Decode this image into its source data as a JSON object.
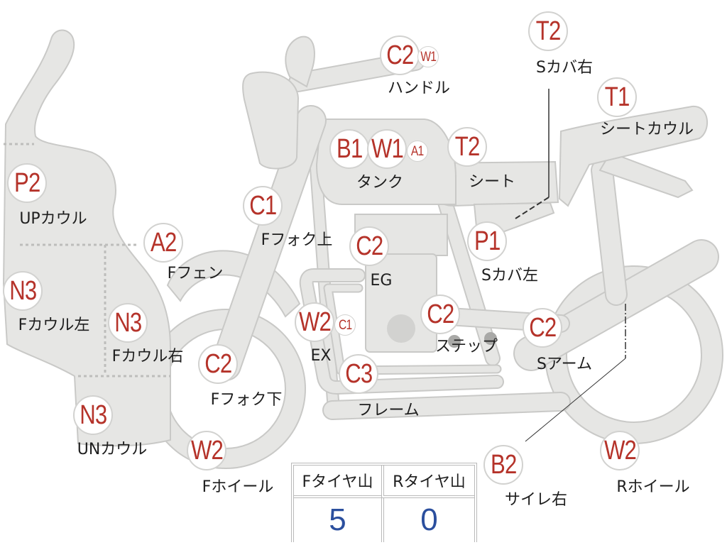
{
  "parts": {
    "handle": {
      "grades": [
        "C2",
        "W1"
      ],
      "label": "ハンドル"
    },
    "side_cover_right": {
      "grades": [
        "T2"
      ],
      "label": "Sカバ右"
    },
    "seat_cowl": {
      "grades": [
        "T1"
      ],
      "label": "シートカウル"
    },
    "tank": {
      "grades": [
        "B1",
        "W1",
        "A1"
      ],
      "label": "タンク"
    },
    "seat": {
      "grades": [
        "T2"
      ],
      "label": "シート"
    },
    "up_cowl": {
      "grades": [
        "P2"
      ],
      "label": "UPカウル"
    },
    "fork_upper": {
      "grades": [
        "C1"
      ],
      "label": "Fフォク上"
    },
    "front_fender": {
      "grades": [
        "A2"
      ],
      "label": "Fフェン"
    },
    "engine": {
      "grades": [
        "C2"
      ],
      "label": "EG"
    },
    "side_cover_left": {
      "grades": [
        "P1"
      ],
      "label": "Sカバ左"
    },
    "cowl_left": {
      "grades": [
        "N3"
      ],
      "label": "Fカウル左"
    },
    "cowl_right": {
      "grades": [
        "N3"
      ],
      "label": "Fカウル右"
    },
    "exhaust": {
      "grades": [
        "W2",
        "C1"
      ],
      "label": "EX"
    },
    "step": {
      "grades": [
        "C2"
      ],
      "label": "ステップ"
    },
    "swing_arm": {
      "grades": [
        "C2"
      ],
      "label": "Sアーム"
    },
    "fork_lower": {
      "grades": [
        "C2"
      ],
      "label": "Fフォク下"
    },
    "frame": {
      "grades": [
        "C3"
      ],
      "label": "フレーム"
    },
    "under_cowl": {
      "grades": [
        "N3"
      ],
      "label": "UNカウル"
    },
    "front_wheel": {
      "grades": [
        "W2"
      ],
      "label": "Fホイール"
    },
    "silencer_right": {
      "grades": [
        "B2"
      ],
      "label": "サイレ右"
    },
    "rear_wheel": {
      "grades": [
        "W2"
      ],
      "label": "Rホイール"
    }
  },
  "tire_table": {
    "headers": [
      "Fタイヤ山",
      "Rタイヤ山"
    ],
    "values": [
      "5",
      "0"
    ]
  },
  "colors": {
    "grade_text": "#b5332a",
    "tire_value": "#2b4f9e",
    "body_fill": "#e6e6e4",
    "body_outline": "#c9c9c7"
  }
}
